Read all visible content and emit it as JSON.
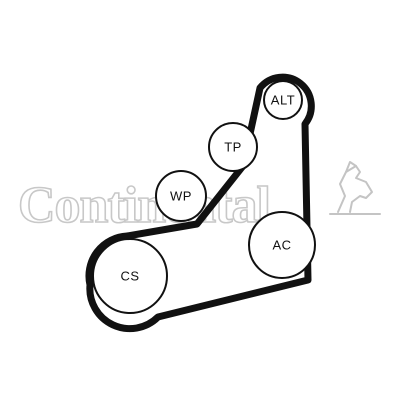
{
  "diagram": {
    "watermark": {
      "brand": "Continental",
      "emblem_icon": "rearing-horse-icon"
    },
    "pulleys": [
      {
        "id": "alt",
        "label": "ALT"
      },
      {
        "id": "tp",
        "label": "TP"
      },
      {
        "id": "wp",
        "label": "WP"
      },
      {
        "id": "ac",
        "label": "AC"
      },
      {
        "id": "cs",
        "label": "CS"
      }
    ],
    "belt_color": "#111111",
    "watermark_color": "#c8c8c8"
  }
}
